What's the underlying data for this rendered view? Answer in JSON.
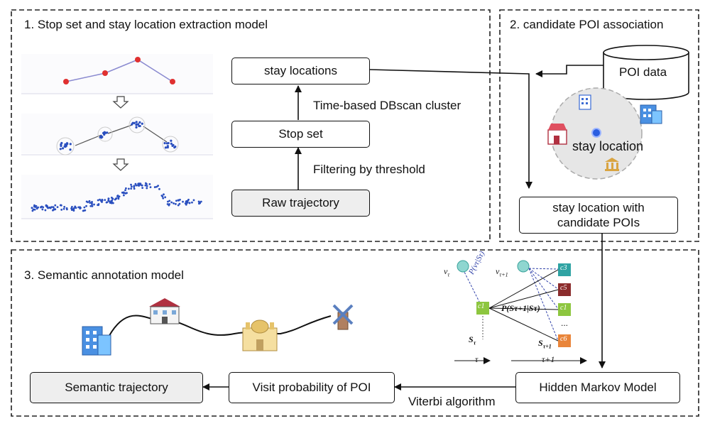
{
  "sections": {
    "extraction_title": "1. Stop set and stay location extraction model",
    "association_title": "2. candidate POI association",
    "annotation_title": "3. Semantic annotation model"
  },
  "boxes": {
    "stay_locations": "stay locations",
    "stop_set": "Stop set",
    "raw_trajectory": "Raw trajectory",
    "poi_data": "POI data",
    "stay_location_candidates_line1": "stay location with",
    "stay_location_candidates_line2": "candidate POIs",
    "hmm": "Hidden Markov Model",
    "visit_probability": "Visit probability of POI",
    "semantic_trajectory": "Semantic trajectory"
  },
  "edge_labels": {
    "clustering": "Time-based DBscan cluster",
    "filtering": "Filtering by threshold",
    "viterbi": "Viterbi algorithm"
  },
  "poi_circle": {
    "center_label": "stay location"
  },
  "hmm_figure": {
    "v_t": "v",
    "v_t1": "v",
    "sub_t": "τ",
    "sub_t1": "τ+1",
    "emission": "P(vτ|Sτ)",
    "transition": "P(Sτ+1|Sτ)",
    "s_t": "S",
    "s_t1": "S",
    "c_labels": [
      "c3",
      "c5",
      "c1",
      "c6"
    ],
    "c_left": "c1",
    "dots": "...",
    "axis_t": "τ",
    "axis_t1": "τ+1"
  },
  "colors": {
    "dashed_border": "#222222",
    "box_grey": "#eeeeee",
    "trajectory_point": "#2a4fbf",
    "stay_point": "#e03030",
    "poi_circle_fill": "#e6e6e6",
    "hmm_green": "#8dc63f",
    "hmm_teal": "#2fa3a3",
    "hmm_red": "#8b2c2c",
    "hmm_orange": "#e9853a"
  }
}
